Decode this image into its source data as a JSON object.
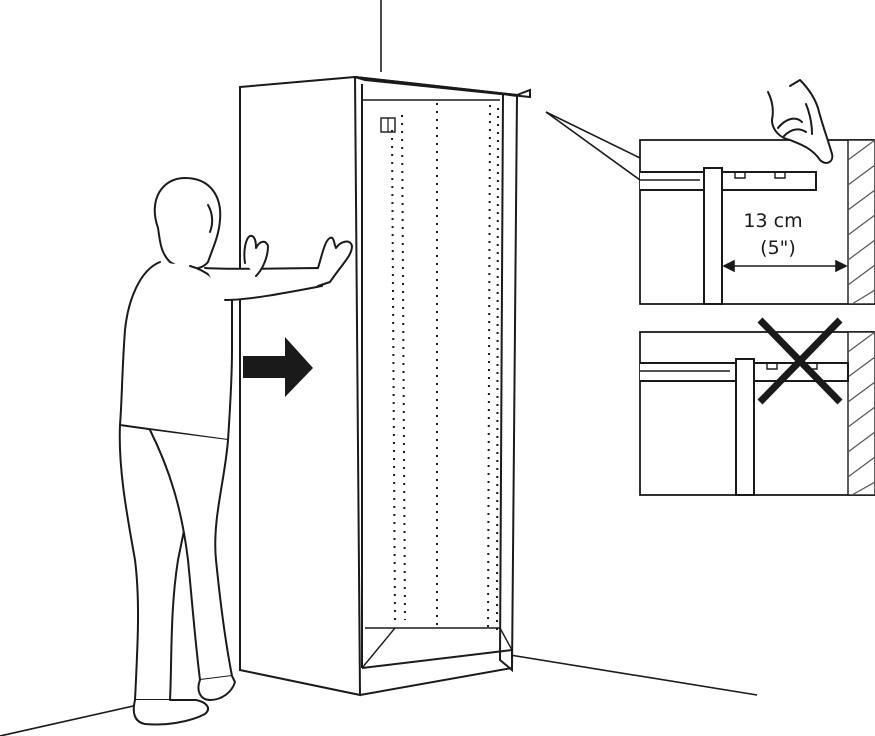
{
  "measurement": {
    "metric": "13 cm",
    "imperial": "(5\")"
  },
  "colors": {
    "ink": "#1a1a1a",
    "paper": "#ffffff",
    "hatch": "#555555"
  },
  "icons": [
    "person-pushing",
    "push-arrow",
    "pointing-hand",
    "wall-hatch",
    "wrong-cross"
  ]
}
